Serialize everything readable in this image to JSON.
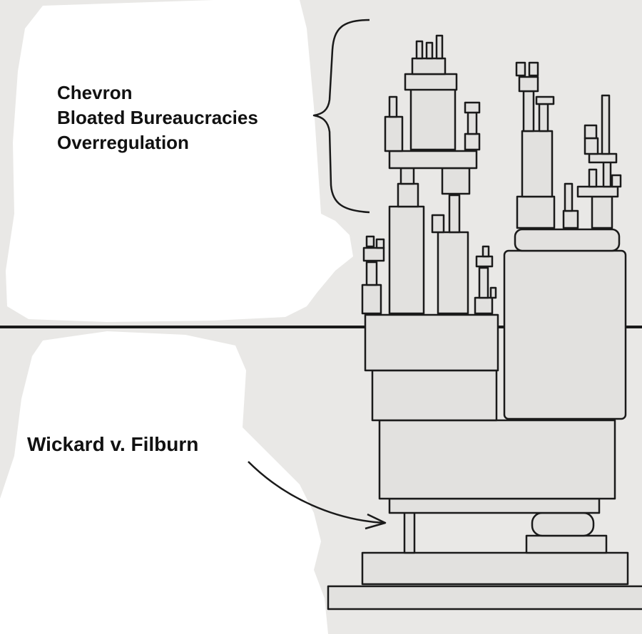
{
  "top_panel": {
    "lines": [
      "Chevron",
      "Bloated Bureaucracies",
      "Overregulation"
    ]
  },
  "bottom_panel": {
    "label": "Wickard v. Filburn"
  },
  "colors": {
    "background": "#e9e8e6",
    "block_fill": "#e2e1df",
    "outline": "#1a1a1a",
    "whiteout": "#ffffff",
    "text": "#111111"
  }
}
